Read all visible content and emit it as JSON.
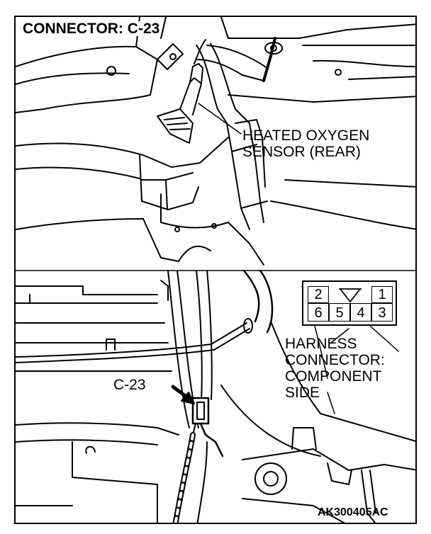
{
  "title": "CONNECTOR: C-23",
  "sensor_callout": [
    "HEATED OXYGEN",
    "SENSOR (REAR)"
  ],
  "connector_callout": [
    "HARNESS",
    "CONNECTOR:",
    "COMPONENT",
    "SIDE"
  ],
  "connector_pointer_label": "C-23",
  "connector_pins": {
    "top_row": [
      "2",
      "",
      "1"
    ],
    "bottom_row": [
      "6",
      "5",
      "4",
      "3"
    ]
  },
  "figure_code": "AK300405AC"
}
